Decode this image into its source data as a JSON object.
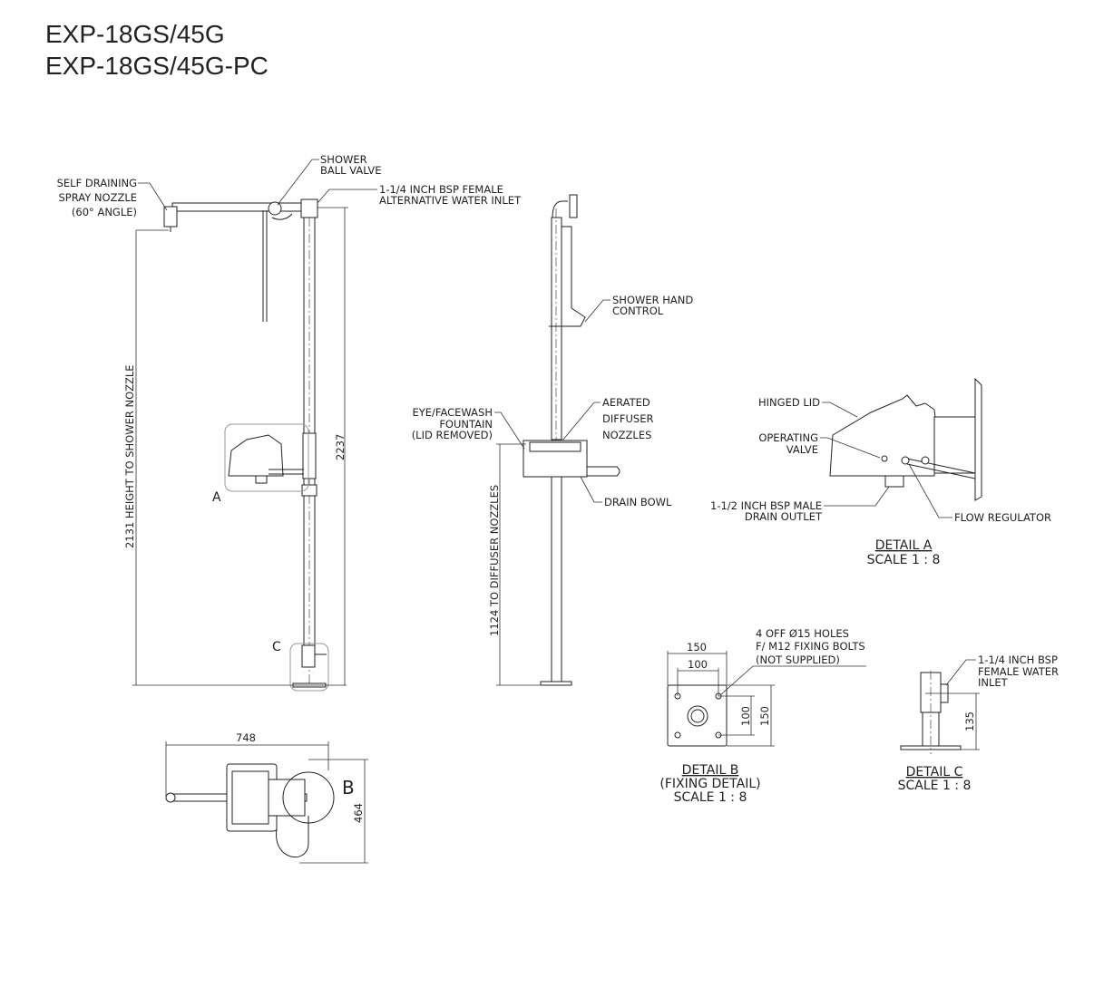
{
  "title": {
    "line1": "EXP-18GS/45G",
    "line2": "EXP-18GS/45G-PC"
  },
  "front_view": {
    "nozzle_label": [
      "SELF DRAINING",
      "SPRAY NOZZLE",
      "(60° ANGLE)"
    ],
    "valve_label": [
      "SHOWER",
      "BALL VALVE"
    ],
    "inlet_label": [
      "1-1/4 INCH BSP FEMALE",
      "ALTERNATIVE WATER INLET"
    ],
    "height_dim": "2131 HEIGHT TO SHOWER NOZZLE",
    "overall_dim": "2237",
    "detail_a_marker": "A",
    "detail_c_marker": "C"
  },
  "top_view": {
    "width_dim": "748",
    "depth_dim": "464",
    "detail_b_marker": "B"
  },
  "side_view": {
    "hand_control_label": [
      "SHOWER HAND",
      "CONTROL"
    ],
    "eyewash_label": [
      "EYE/FACEWASH",
      "FOUNTAIN",
      "(LID REMOVED)"
    ],
    "diffuser_label": [
      "AERATED",
      "DIFFUSER",
      "NOZZLES"
    ],
    "drain_bowl_label": "DRAIN BOWL",
    "height_dim": "1124 TO DIFFUSER NOZZLES"
  },
  "detail_a": {
    "hinged_lid": "HINGED LID",
    "operating_valve": [
      "OPERATING",
      "VALVE"
    ],
    "drain_outlet": [
      "1-1/2 INCH BSP MALE",
      "DRAIN OUTLET"
    ],
    "flow_regulator": "FLOW REGULATOR",
    "title": "DETAIL A",
    "scale": "SCALE 1 : 8"
  },
  "detail_b": {
    "holes_label": [
      "4 OFF Ø15 HOLES",
      "F/ M12 FIXING BOLTS",
      "(NOT SUPPLIED)"
    ],
    "dims": {
      "outer_w": "150",
      "inner_w": "100",
      "inner_h": "100",
      "outer_h": "150"
    },
    "title": "DETAIL B",
    "subtitle": "(FIXING DETAIL)",
    "scale": "SCALE 1 : 8"
  },
  "detail_c": {
    "inlet_label": [
      "1-1/4 INCH BSP",
      "FEMALE WATER",
      "INLET"
    ],
    "dim": "135",
    "title": "DETAIL C",
    "scale": "SCALE 1 : 8"
  }
}
